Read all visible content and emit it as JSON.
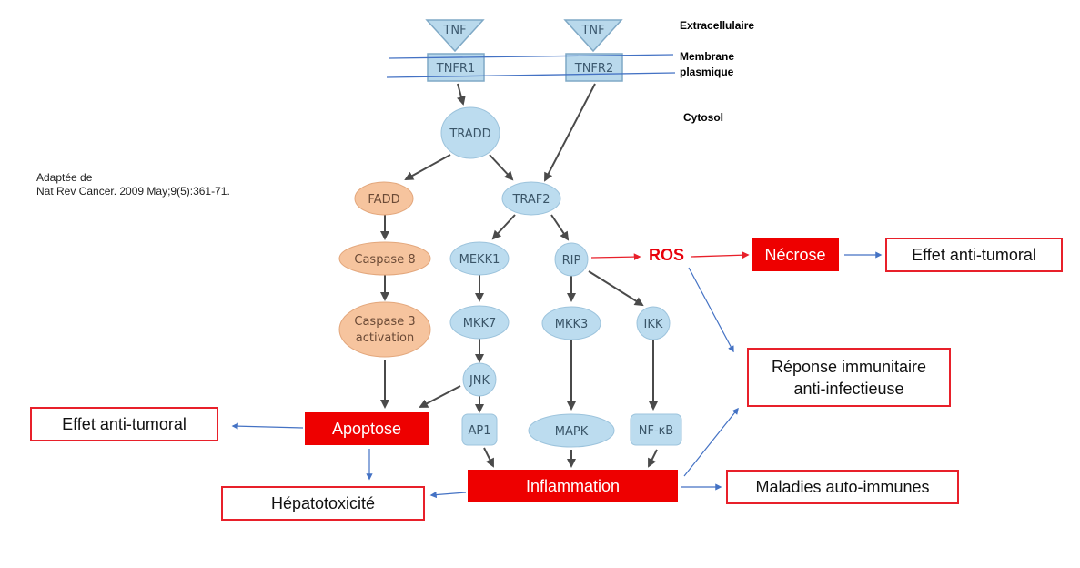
{
  "compartments": {
    "extracellular": "Extracellulaire",
    "membrane_line1": "Membrane",
    "membrane_line2": "plasmique",
    "cytosol": "Cytosol"
  },
  "citation": {
    "line1": "Adaptée de",
    "line2": "Nat Rev Cancer. 2009 May;9(5):361-71."
  },
  "nodes": {
    "tnf_left": "TNF",
    "tnf_right": "TNF",
    "tnfr1": "TNFR1",
    "tnfr2": "TNFR2",
    "tradd": "TRADD",
    "fadd": "FADD",
    "traf2": "TRAF2",
    "caspase8": "Caspase 8",
    "mekk1": "MEKK1",
    "rip": "RIP",
    "caspase3_line1": "Caspase 3",
    "caspase3_line2": "activation",
    "mkk7": "MKK7",
    "mkk3": "MKK3",
    "ikk": "IKK",
    "jnk": "JNK",
    "ap1": "AP1",
    "mapk": "MAPK",
    "nfkb": "NF-κB"
  },
  "outcomes": {
    "ros": "ROS",
    "necrose": "Nécrose",
    "effet_right": "Effet anti-tumoral",
    "reponse_line1": "Réponse immunitaire",
    "reponse_line2": "anti-infectieuse",
    "effet_left": "Effet anti-tumoral",
    "apoptose": "Apoptose",
    "inflammation": "Inflammation",
    "maladies": "Maladies auto-immunes",
    "hepatotox": "Hépatotoxicité"
  },
  "colors": {
    "receptor_fill": "#b9d9ec",
    "receptor_stroke": "#7fa9c6",
    "pathway_blue": "#bcdcef",
    "pathway_orange": "#f6c49e",
    "pathway_arrow": "#4a4a4a",
    "red": "#ee0000",
    "blue_arrow": "#4472c4",
    "red_arrow": "#e8202a"
  }
}
